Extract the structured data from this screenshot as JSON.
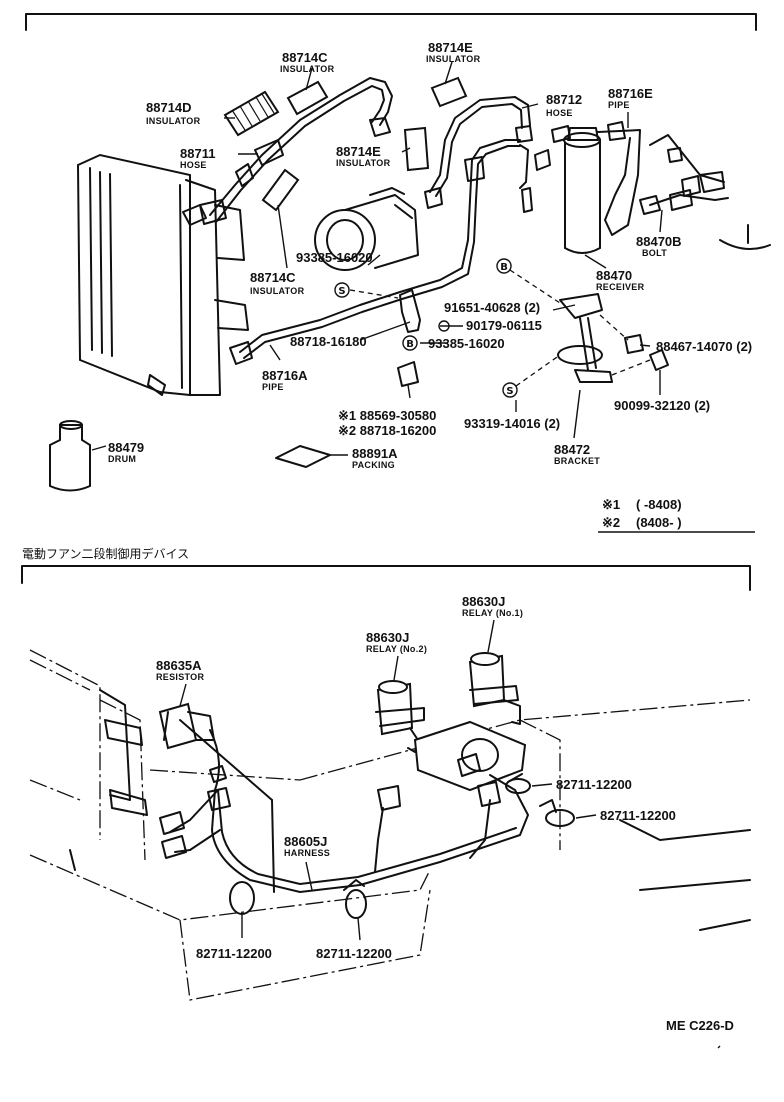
{
  "top_labels": {
    "p88714c_a": "88714C",
    "ins_a": "INSULATOR",
    "p88714e_a": "88714E",
    "ins_b": "INSULATOR",
    "p88714d": "88714D",
    "ins_c": "INSULATOR",
    "p88712": "88712",
    "hose_a": "HOSE",
    "p88716e": "88716E",
    "pipe_a": "PIPE",
    "p88711": "88711",
    "hose_b": "HOSE",
    "p88714e_b": "88714E",
    "ins_d": "INSULATOR",
    "p93385_a": "93385-16020",
    "p88714c_b": "88714C",
    "ins_e": "INSULATOR",
    "p88470b": "88470B",
    "bolt": "BOLT",
    "p88470": "88470",
    "receiver": "RECEIVER",
    "p91651": "91651-40628 (2)",
    "p90179": "90179-06115",
    "p88718_a": "88718-16180",
    "p93385_b": "93385-16020",
    "p88467": "88467-14070 (2)",
    "p88716a": "88716A",
    "pipe_b": "PIPE",
    "p90099": "90099-32120 (2)",
    "p88569": "※1 88569-30580",
    "p88718_b": "※2 88718-16200",
    "p93319": "93319-14016 (2)",
    "p88479": "88479",
    "drum": "DRUM",
    "p88891a": "88891A",
    "packing": "PACKING",
    "p88472": "88472",
    "bracket": "BRACKET"
  },
  "footnotes": {
    "n1_mark": "※1",
    "n1_range": "(        -8408)",
    "n2_mark": "※2",
    "n2_range": "(8408-        )"
  },
  "symbols": {
    "s": "S",
    "b": "B"
  },
  "section_title": "電動フアン二段制御用デバイス",
  "bottom_labels": {
    "p88630j_1": "88630J",
    "relay_1": "RELAY (No.1)",
    "p88630j_2": "88630J",
    "relay_2": "RELAY (No.2)",
    "p88635a": "88635A",
    "resistor": "RESISTOR",
    "c1": "82711-12200",
    "c2": "82711-12200",
    "p88605j": "88605J",
    "harness": "HARNESS",
    "c3": "82711-12200",
    "c4": "82711-12200"
  },
  "code": "ME C226-D"
}
